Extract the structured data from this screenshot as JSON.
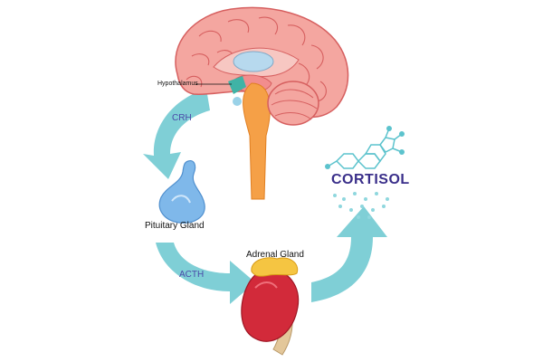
{
  "labels": {
    "hypothalamus": "Hypothalamus",
    "crh": "CRH",
    "pituitary": "Pituitary Gland",
    "acth": "ACTH",
    "adrenal": "Adrenal Gland",
    "cortisol": "CORTISOL"
  },
  "colors": {
    "arrow": "#7fcfd6",
    "brain": "#f4a6a0",
    "brain_outline": "#d65f5f",
    "brain_stem": "#f5a047",
    "hypothalamus": "#3fb3a6",
    "ventricle": "#b7d9ee",
    "pituitary": "#7fb8ea",
    "adrenal_fat": "#f5c542",
    "kidney": "#d22a3a",
    "ureter": "#e3c79a",
    "cortisol_text": "#3a2f8a",
    "molecule": "#5cc3cd"
  }
}
